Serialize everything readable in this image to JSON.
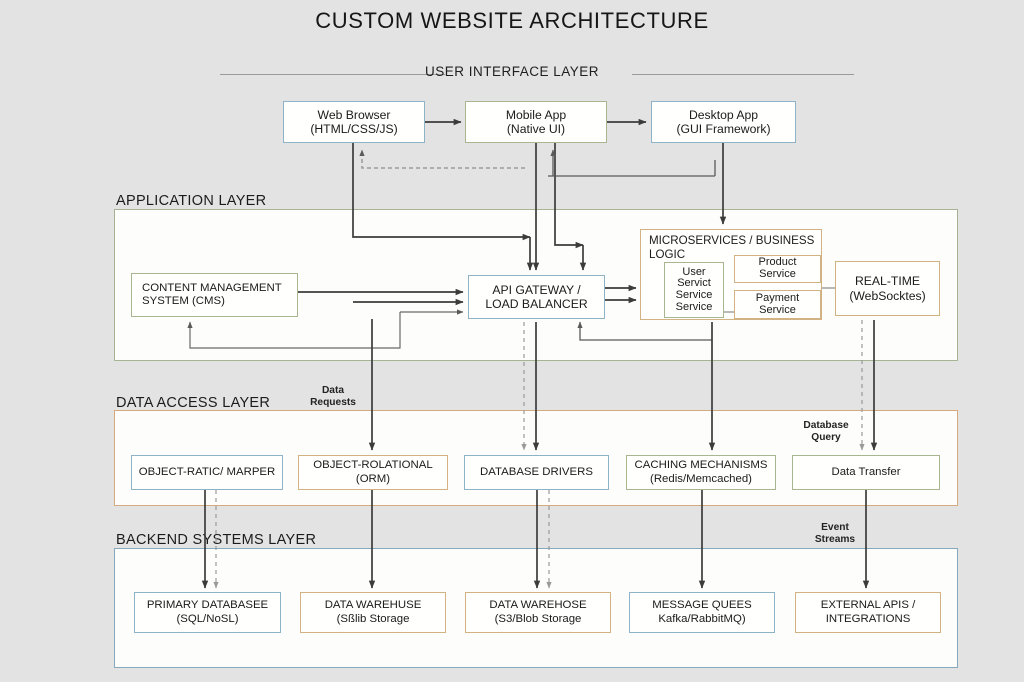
{
  "title": "CUSTOM WEBSITE ARCHITECTURE",
  "colors": {
    "background": "#e3e3e3",
    "panel": "#fdfdfb",
    "blue_border": "#8fb3c6",
    "tan_border": "#d2b183",
    "olive_border": "#a9b58f",
    "arrow": "#3c3c3c",
    "dashed_arrow": "#9a9a9a",
    "text": "#1b1b1b"
  },
  "ui_layer": {
    "label": "USER INTERFACE LAYER",
    "nodes": [
      {
        "line1": "Web Browser",
        "line2": "(HTML/CSS/JS)",
        "accent": "blue"
      },
      {
        "line1": "Mobile App",
        "line2": "(Native UI)",
        "accent": "olive"
      },
      {
        "line1": "Desktop App",
        "line2": "(GUI Framework)",
        "accent": "blue"
      }
    ]
  },
  "application_layer": {
    "label": "APPLICATION LAYER",
    "cms": {
      "line1": "CONTENT MANAGEMENT",
      "line2": "SYSTEM (CMS)",
      "accent": "olive"
    },
    "gateway": {
      "line1": "API GATEWAY /",
      "line2": "LOAD BALANCER",
      "accent": "blue"
    },
    "microservices": {
      "title_line1": "MICROSERVICES / BUSINESS",
      "title_line2": "LOGIC",
      "accent": "tan",
      "children": [
        {
          "lines": [
            "User",
            "Servict",
            "Service",
            "Service"
          ],
          "accent": "olive"
        },
        {
          "lines": [
            "Product",
            "Service"
          ],
          "accent": "tan"
        },
        {
          "lines": [
            "Payment",
            "Service"
          ],
          "accent": "tan"
        }
      ]
    },
    "realtime": {
      "line1": "REAL-TIME",
      "line2": "(WebSocktes)",
      "accent": "tan"
    }
  },
  "data_access_layer": {
    "label": "DATA ACCESS LAYER",
    "nodes": [
      {
        "line1": "OBJECT-RATIC/ MARPER",
        "line2": "",
        "accent": "blue"
      },
      {
        "line1": "OBJECT-ROLATIONAL",
        "line2": "(ORM)",
        "accent": "tan"
      },
      {
        "line1": "DATABASE DRIVERS",
        "line2": "",
        "accent": "blue"
      },
      {
        "line1": "CACHING MECHANISMS",
        "line2": "(Redis/Memcached)",
        "accent": "olive"
      },
      {
        "line1": "Data Transfer",
        "line2": "",
        "accent": "olive"
      }
    ]
  },
  "backend_layer": {
    "label": "BACKEND SYSTEMS LAYER",
    "nodes": [
      {
        "line1": "PRIMARY DATABASEE",
        "line2": "(SQL/NoSL)",
        "accent": "blue"
      },
      {
        "line1": "DATA WAREHUSE",
        "line2": "(Sßlib Storage",
        "accent": "tan"
      },
      {
        "line1": "DATA WAREHOSE",
        "line2": "(S3/Blob Storage",
        "accent": "tan"
      },
      {
        "line1": "MESSAGE QUEES",
        "line2": "Kafka/RabbitMQ)",
        "accent": "blue"
      },
      {
        "line1": "EXTERNAL APIS /",
        "line2": "INTEGRATIONS",
        "accent": "tan"
      }
    ]
  },
  "edge_labels": {
    "data_requests_l1": "Data",
    "data_requests_l2": "Requests",
    "database_query_l1": "Database",
    "database_query_l2": "Query",
    "event_streams_l1": "Event",
    "event_streams_l2": "Streams"
  }
}
